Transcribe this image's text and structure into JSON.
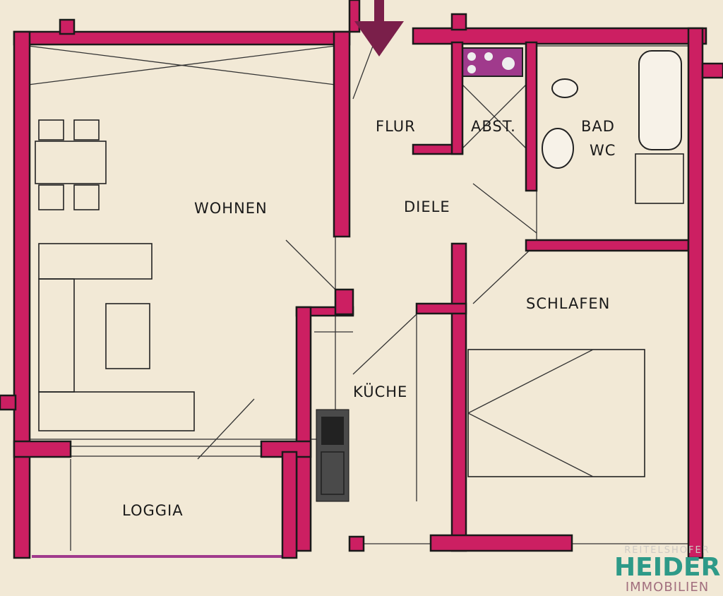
{
  "floorplan": {
    "rooms": {
      "wohnen": "WOHNEN",
      "flur": "FLUR",
      "abst": "ABST.",
      "bad": "BAD",
      "wc": "WC",
      "diele": "DIELE",
      "schlafen": "SCHLAFEN",
      "kueche": "KÜCHE",
      "loggia": "LOGGIA"
    },
    "colors": {
      "wall": "#cc1f62",
      "paper": "#f2e9d6",
      "entrance_arrow": "#7a1f4a"
    },
    "icons": [
      "entrance-arrow-icon"
    ]
  },
  "logo": {
    "top": "REITELSHOFER",
    "main": "HEIDER",
    "sub": "IMMOBILIEN"
  }
}
